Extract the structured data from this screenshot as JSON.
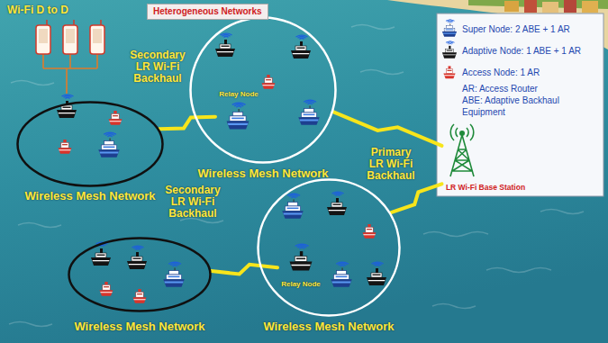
{
  "diagram": {
    "title": "Heterogeneous Networks",
    "nodes": [
      {
        "text": [
          "Wireless Mesh Network"
        ]
      },
      {
        "text": [
          "Wireless Mesh Network"
        ]
      },
      {
        "text": [
          "Relay Node"
        ],
        "in": 1
      },
      {
        "text": [
          "LR Wi-Fi Base Station"
        ]
      },
      {
        "text": [
          "Wireless Mesh Network"
        ]
      },
      {
        "text": [
          "Relay Node"
        ],
        "in": 4
      },
      {
        "text": [
          "Wireless Mesh Network"
        ]
      }
    ],
    "edges": [
      {
        "from": 0,
        "to": 2,
        "arrow": "none",
        "label": "Secondary LR Wi-Fi Backhaul"
      },
      {
        "from": 1,
        "to": 3,
        "arrow": "none",
        "label": "Primary LR Wi-Fi Backhaul"
      },
      {
        "from": 4,
        "to": 3,
        "arrow": "none"
      },
      {
        "from": 6,
        "to": 5,
        "arrow": "none",
        "label": "Secondary LR Wi-Fi Backhaul"
      }
    ],
    "labels": [
      "Wi-Fi D to D"
    ],
    "legend": [
      {
        "text": "Super Node: 2 ABE + 1 AR"
      },
      {
        "text": "Adaptive Node: 1 ABE + 1 AR"
      },
      {
        "text": "Access Node: 1 AR"
      },
      {
        "text": "AR: Access Router"
      },
      {
        "text": "ABE: Adaptive Backhaul Equipment"
      }
    ]
  }
}
